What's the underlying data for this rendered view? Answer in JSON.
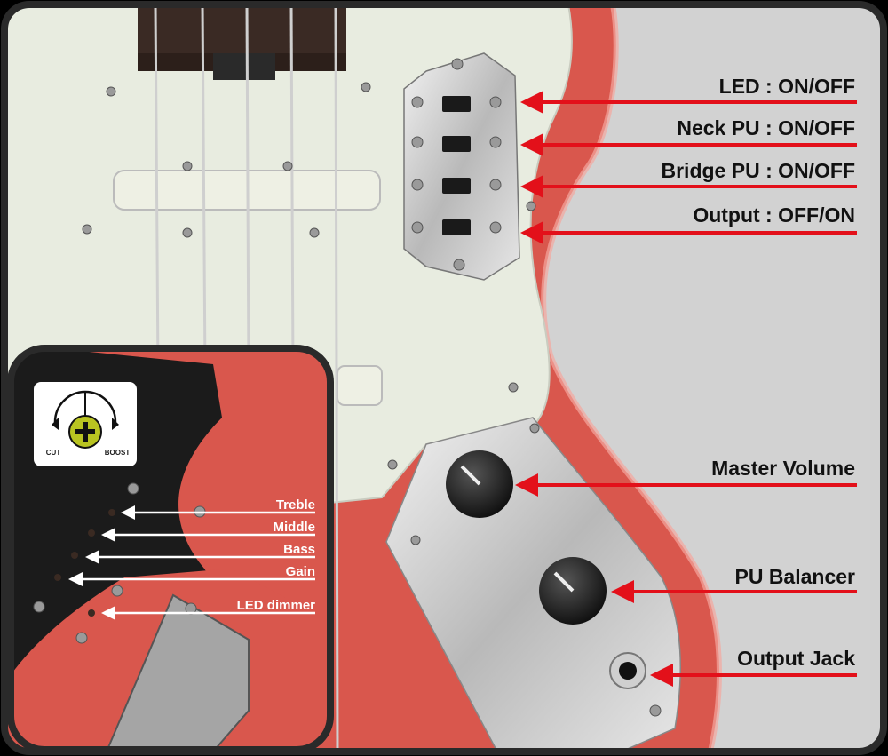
{
  "colors": {
    "arrow_red": "#e3101a",
    "body_red": "#d9574d",
    "pickguard": "#e8ece0",
    "background": "#d4d4d4",
    "inset_dark": "#1b1b1b",
    "icon_green": "#b9c421"
  },
  "callouts": {
    "led": "LED : ON/OFF",
    "neck_pu": "Neck PU : ON/OFF",
    "bridge_pu": "Bridge PU : ON/OFF",
    "output": "Output : OFF/ON",
    "master_volume": "Master Volume",
    "pu_balancer": "PU Balancer",
    "output_jack": "Output Jack"
  },
  "inset": {
    "icon": {
      "name": "cut-boost-icon",
      "cut": "CUT",
      "boost": "BOOST"
    },
    "labels": {
      "treble": "Treble",
      "middle": "Middle",
      "bass": "Bass",
      "gain": "Gain",
      "led_dimmer": "LED dimmer"
    }
  }
}
